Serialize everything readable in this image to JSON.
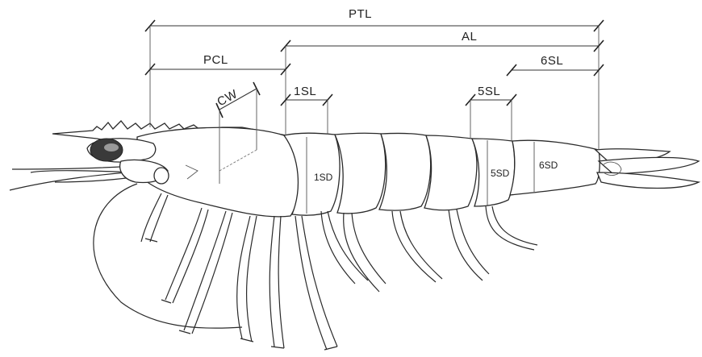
{
  "labels": {
    "ptl": "PTL",
    "al": "AL",
    "pcl": "PCL",
    "cw": "CW",
    "sl1": "1SL",
    "sl5": "5SL",
    "sl6": "6SL",
    "sd1": "1SD",
    "sd5": "5SD",
    "sd6": "6SD"
  }
}
